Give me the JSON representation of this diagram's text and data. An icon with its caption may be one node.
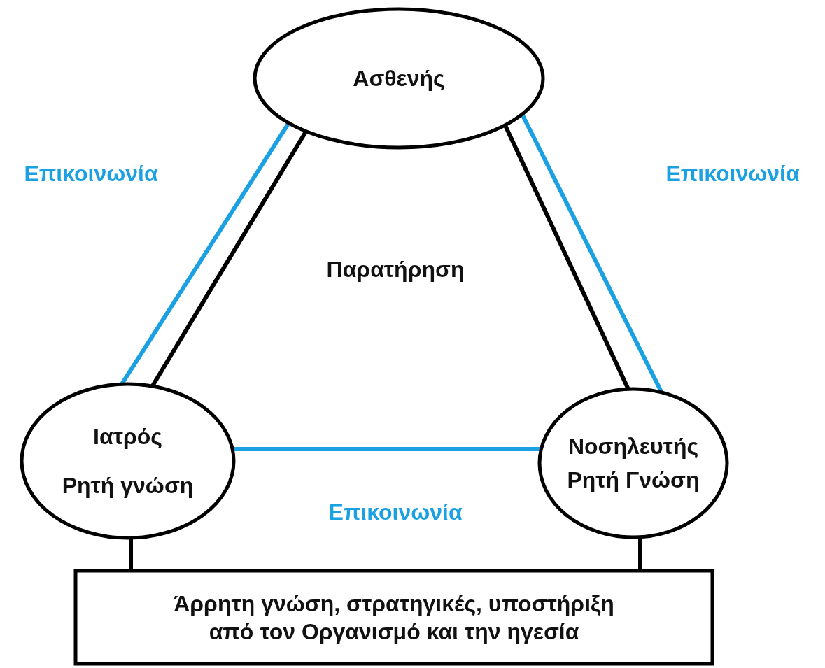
{
  "diagram": {
    "nodes": [
      {
        "text": [
          "Ασθενής"
        ]
      },
      {
        "text": [
          "Ιατρός",
          "Ρητή γνώση"
        ]
      },
      {
        "text": [
          "Νοσηλευτής",
          "Ρητή Γνώση"
        ]
      },
      {
        "text": [
          "Άρρητη γνώση, στρατηγικές, υποστήριξη από τον Οργανισμό και την ηγεσία"
        ]
      }
    ],
    "edges": [
      {
        "from": 0,
        "to": 1,
        "arrow": "none",
        "color": "#1ba1e2",
        "label": "Επικοινωνία"
      },
      {
        "from": 0,
        "to": 1,
        "arrow": "none"
      },
      {
        "from": 0,
        "to": 2,
        "arrow": "none"
      },
      {
        "from": 0,
        "to": 2,
        "arrow": "none",
        "color": "#1ba1e2",
        "label": "Επικοινωνία"
      },
      {
        "from": 1,
        "to": 2,
        "arrow": "none",
        "color": "#1ba1e2",
        "label": "Επικοινωνία"
      },
      {
        "from": 1,
        "to": 3,
        "arrow": "none"
      },
      {
        "from": 2,
        "to": 3,
        "arrow": "none"
      }
    ],
    "labels": [
      "Παρατήρηση"
    ]
  }
}
